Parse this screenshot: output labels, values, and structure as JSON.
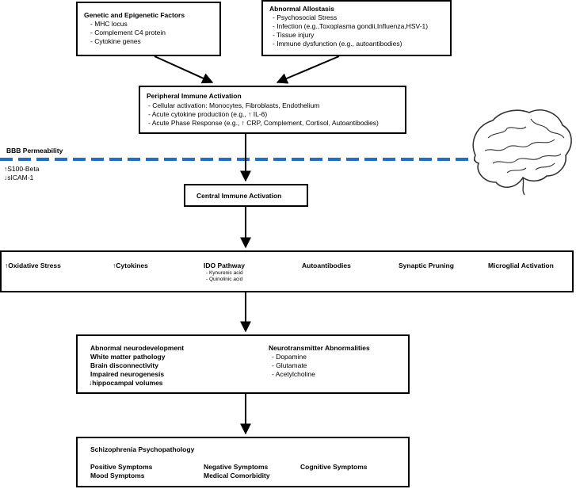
{
  "genetic": {
    "title": "Genetic and Epigenetic Factors",
    "items": [
      "- MHC locus",
      "- Complement C4 protein",
      "- Cytokine genes"
    ]
  },
  "allostasis": {
    "title": "Abnormal Allostasis",
    "items": [
      "- Psychosocial Stress",
      "- Infection (e.g.,Toxoplasma gondii,Influenza,HSV-1)",
      "- Tissue injury",
      "- Immune dysfunction (e.g., autoantibodies)"
    ]
  },
  "peripheral": {
    "title": "Peripheral Immune Activation",
    "item1": "- Cellular activation: Monocytes, Fibroblasts, Endothelium",
    "item2_pre": "- Acute cytokine production (e.g., ",
    "item2_post": " IL-6)",
    "item3_pre": "- Acute Phase Response (e.g., ",
    "item3_post": " CRP, Complement, Cortisol, Autoantibodies)"
  },
  "bbb": {
    "title": "BBB Permeability",
    "marker1": "S100-Beta",
    "marker2": "sICAM-1"
  },
  "central": {
    "title": "Central Immune Activation"
  },
  "processes": {
    "oxidative": "Oxidative Stress",
    "cytokines": "Cytokines",
    "ido": "IDO Pathway",
    "ido_sub1": "- Kynurenic acid",
    "ido_sub2": "- Quinolinic acid",
    "autoantibodies": "Autoantibodies",
    "pruning": "Synaptic Pruning",
    "microglia": "Microglial Activation"
  },
  "outcomes": {
    "left": [
      "Abnormal neurodevelopment",
      "White matter pathology",
      "Brain disconnectivity",
      "Impaired neurogenesis"
    ],
    "hippocampal": "hippocampal volumes",
    "nt_title": "Neurotransmitter Abnormalities",
    "nt_items": [
      "- Dopamine",
      "- Glutamate",
      "- Acetylcholine"
    ]
  },
  "schizophrenia": {
    "title": "Schizophrenia Psychopathology",
    "positive": "Positive Symptoms",
    "negative": "Negative Symptoms",
    "cognitive": "Cognitive Symptoms",
    "mood": "Mood Symptoms",
    "comorbidity": "Medical Comorbidity"
  },
  "colors": {
    "bbb_line": "#1f6fc5",
    "brain_fill": "#ffffff",
    "brain_stroke": "#333333"
  }
}
